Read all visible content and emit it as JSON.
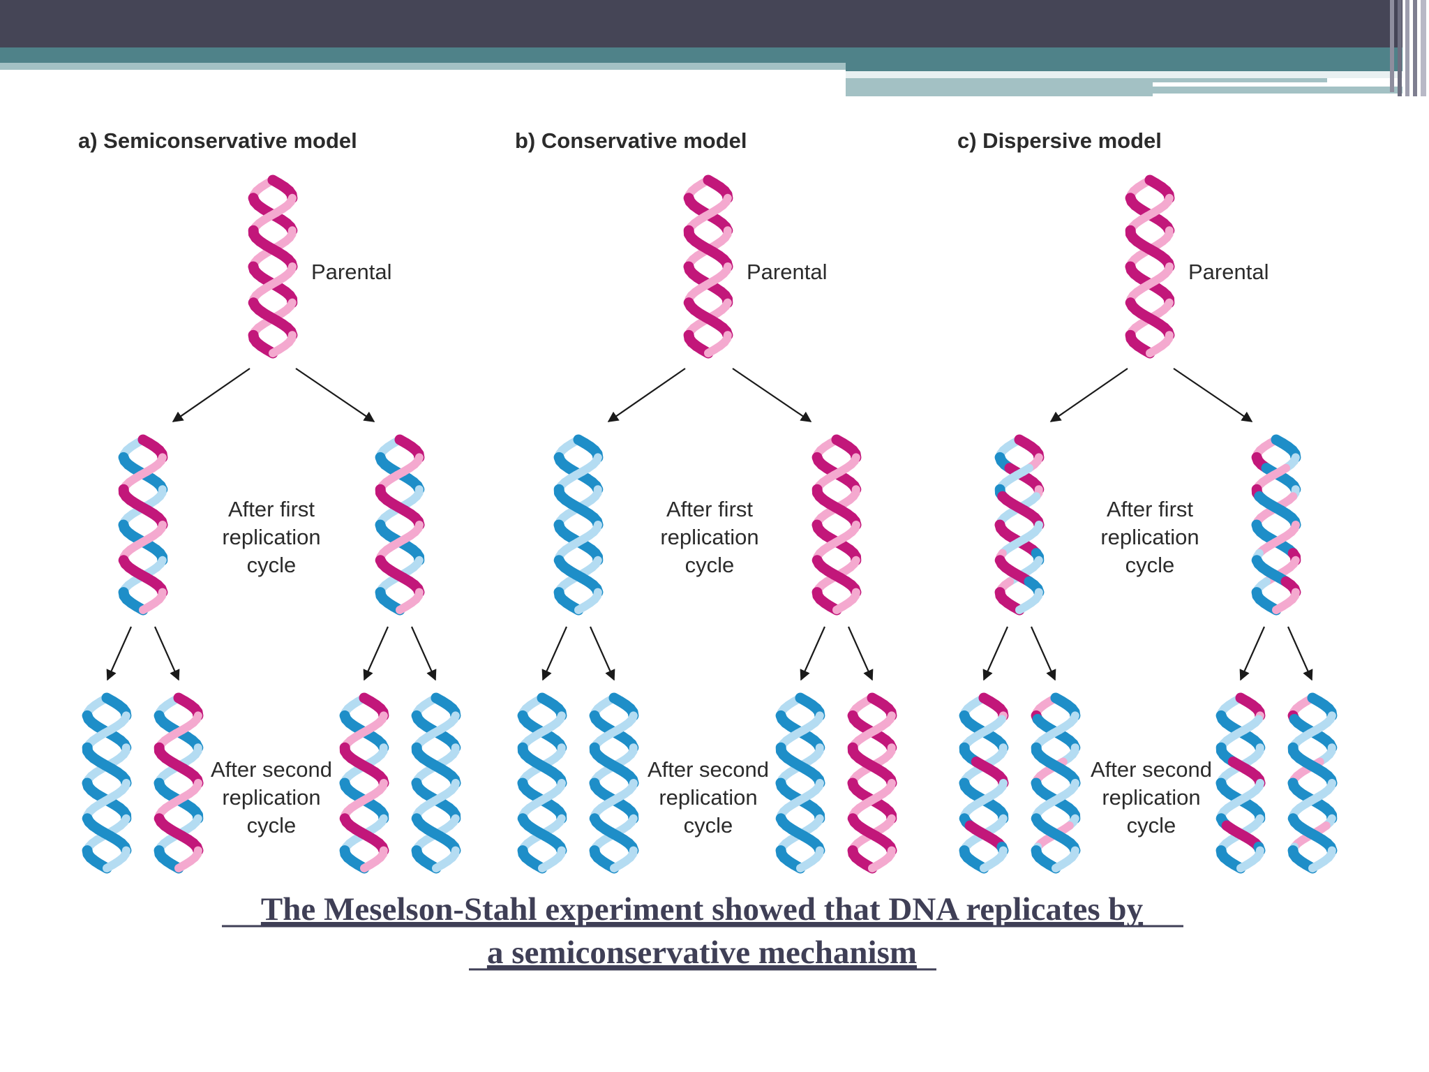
{
  "colors": {
    "header_dark": "#454556",
    "teal": "#4f8289",
    "teal_light": "#a3c1c4",
    "parent_strand": "#c2177a",
    "parent_strand_light": "#f4a9cf",
    "new_strand": "#1e8ec8",
    "new_strand_light": "#b4dcf2",
    "text": "#2b2b2b",
    "caption": "#3f3f56"
  },
  "models": [
    {
      "title": "a) Semiconservative model",
      "parental_label": "Parental",
      "first_cycle_label": [
        "After first",
        "replication",
        "cycle"
      ],
      "second_cycle_label": [
        "After second",
        "replication",
        "cycle"
      ]
    },
    {
      "title": "b) Conservative model",
      "parental_label": "Parental",
      "first_cycle_label": [
        "After first",
        "replication",
        "cycle"
      ],
      "second_cycle_label": [
        "After second",
        "replication",
        "cycle"
      ]
    },
    {
      "title": "c) Dispersive model",
      "parental_label": "Parental",
      "first_cycle_label": [
        "After first",
        "replication",
        "cycle"
      ],
      "second_cycle_label": [
        "After second",
        "replication",
        "cycle"
      ]
    }
  ],
  "caption": {
    "line1": "The Meselson-Stahl experiment showed that DNA replicates by",
    "line2": "a semiconservative mechanism"
  }
}
